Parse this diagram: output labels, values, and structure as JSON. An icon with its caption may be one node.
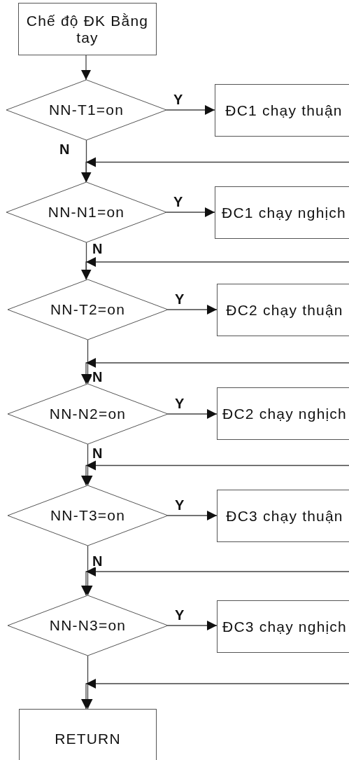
{
  "diagram": {
    "nodes": [
      {
        "text": [
          "Chế độ ĐK Bằng tay"
        ]
      },
      {
        "text": [
          "NN-T1=on"
        ]
      },
      {
        "text": [
          "ĐC1 chạy thuận"
        ]
      },
      {
        "text": [
          "NN-N1=on"
        ]
      },
      {
        "text": [
          "ĐC1 chạy nghịch"
        ]
      },
      {
        "text": [
          "NN-T2=on"
        ]
      },
      {
        "text": [
          "ĐC2 chạy thuận"
        ]
      },
      {
        "text": [
          "NN-N2=on"
        ]
      },
      {
        "text": [
          "ĐC2 chạy nghịch"
        ]
      },
      {
        "text": [
          "NN-T3=on"
        ]
      },
      {
        "text": [
          "ĐC3 chạy thuận"
        ]
      },
      {
        "text": [
          "NN-N3=on"
        ]
      },
      {
        "text": [
          "ĐC3 chạy nghịch"
        ]
      },
      {
        "text": [
          "RETURN"
        ]
      }
    ],
    "edges": [
      {
        "from": 0,
        "to": 1,
        "arrow": "to"
      },
      {
        "from": 1,
        "to": 2,
        "arrow": "to",
        "label": "Y"
      },
      {
        "from": 1,
        "to": 3,
        "arrow": "to",
        "label": "N"
      },
      {
        "from": 2,
        "to": 3,
        "arrow": "to"
      },
      {
        "from": 3,
        "to": 4,
        "arrow": "to",
        "label": "Y"
      },
      {
        "from": 3,
        "to": 5,
        "arrow": "to",
        "label": "N"
      },
      {
        "from": 4,
        "to": 5,
        "arrow": "to"
      },
      {
        "from": 5,
        "to": 6,
        "arrow": "to",
        "label": "Y"
      },
      {
        "from": 5,
        "to": 7,
        "arrow": "to",
        "label": "N"
      },
      {
        "from": 6,
        "to": 7,
        "arrow": "to"
      },
      {
        "from": 7,
        "to": 8,
        "arrow": "to",
        "label": "Y"
      },
      {
        "from": 7,
        "to": 9,
        "arrow": "to",
        "label": "N"
      },
      {
        "from": 8,
        "to": 9,
        "arrow": "to"
      },
      {
        "from": 9,
        "to": 10,
        "arrow": "to",
        "label": "Y"
      },
      {
        "from": 9,
        "to": 11,
        "arrow": "to",
        "label": "N"
      },
      {
        "from": 10,
        "to": 11,
        "arrow": "to"
      },
      {
        "from": 11,
        "to": 12,
        "arrow": "to",
        "label": "Y"
      },
      {
        "from": 11,
        "to": 13,
        "arrow": "to"
      },
      {
        "from": 12,
        "to": 13,
        "arrow": "to"
      }
    ]
  }
}
